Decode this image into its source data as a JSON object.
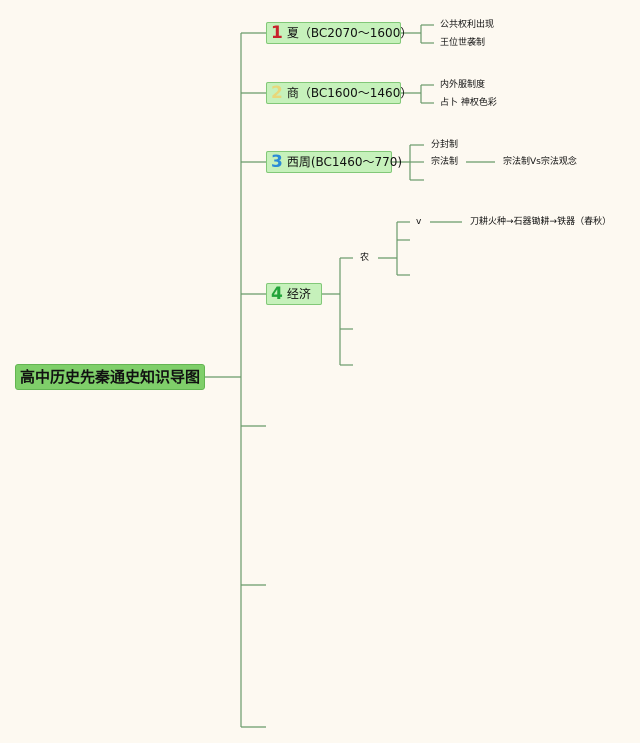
{
  "root": {
    "title": "高中历史先秦通史知识导图"
  },
  "branches": [
    {
      "num": "1",
      "label": "夏（BC2070～1600）",
      "children": [
        "公共权利出现",
        "王位世袭制"
      ]
    },
    {
      "num": "2",
      "label": "商（BC1600～1460）",
      "children": [
        "内外服制度",
        "占卜 神权色彩"
      ]
    },
    {
      "num": "3",
      "label": "西周(BC1460～770)",
      "children": [
        "分封制",
        "宗法制"
      ],
      "grandchild": "宗法制Vs宗法观念"
    },
    {
      "num": "4",
      "label": "经济",
      "sub": "农",
      "sub_item_mark": "v",
      "sub_item": "刀耕火种→石器锄耕→铁器（春秋）"
    }
  ],
  "colors": {
    "line": "#6a9a6a",
    "root_fill": "#7fcf6a",
    "node_fill": "#c6f1bb",
    "num1": "#c8232c",
    "num2": "#e8d77a",
    "num3": "#2b8bd6",
    "num4": "#22a33a"
  }
}
